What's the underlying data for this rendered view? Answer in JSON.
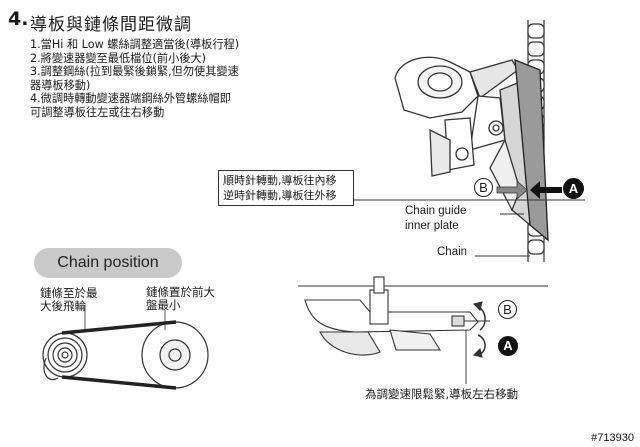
{
  "step": {
    "number": "4.",
    "title": "導板與鏈條間距微調",
    "instructions": [
      "1.當Hi 和 Low 螺絲調整適當後(導板行程)",
      "2.將變速器變至最低檔位(前小後大)",
      "3.調整鋼絲(拉到最緊後鎖緊,但勿使其變速",
      "  器導板移動)",
      "4.微調時轉動變速器端鋼絲外管螺絲帽即",
      "  可調整導板往左或往右移動"
    ]
  },
  "callout": {
    "line1": "順時針轉動,導板往內移",
    "line2": "逆時針轉動,導板往外移"
  },
  "labels": {
    "guide_plate_line1": "Chain guide",
    "guide_plate_line2": "inner plate",
    "chain": "Chain",
    "marker_a": "A",
    "marker_b": "B"
  },
  "chain_position": {
    "title": "Chain position",
    "rear_line1": "鏈條至於最",
    "rear_line2": "大後飛輪",
    "front_line1": "鏈條置於前大",
    "front_line2": "盤最小"
  },
  "bottom_note": "為調變速限鬆緊,導板左右移動",
  "watermark": "#713930",
  "colors": {
    "marker_fill": "#111111",
    "pill_bg": "#c9c9c9",
    "line": "#333333"
  }
}
